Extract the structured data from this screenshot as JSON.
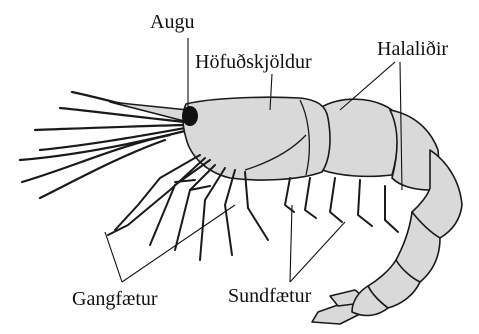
{
  "labels": {
    "eye": "Augu",
    "carapace": "Höfuðskjöldur",
    "tail_segments": "Halaliðir",
    "walking_legs": "Gangfætur",
    "swimming_legs": "Sundfætur"
  },
  "colors": {
    "body_fill": "#d9d9d9",
    "outline": "#1a1a1a"
  }
}
